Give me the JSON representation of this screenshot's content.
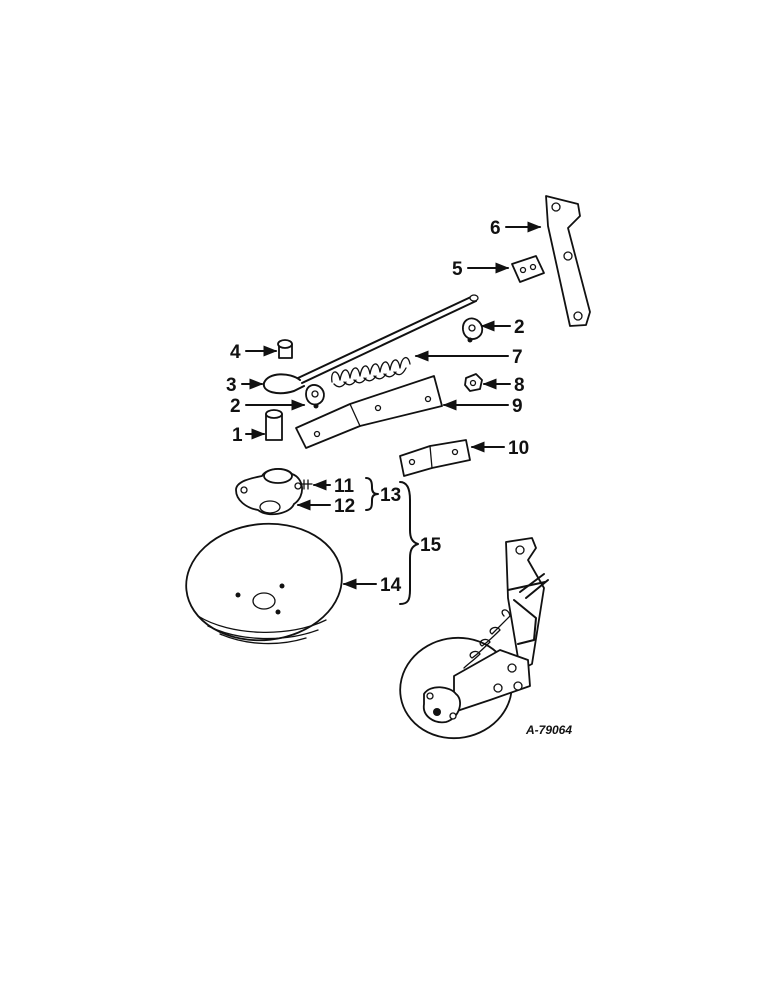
{
  "callouts": {
    "c1": "1",
    "c2a": "2",
    "c2b": "2",
    "c3": "3",
    "c4": "4",
    "c5": "5",
    "c6": "6",
    "c7": "7",
    "c8": "8",
    "c9": "9",
    "c10": "10",
    "c11": "11",
    "c12": "12",
    "c13": "13",
    "c14": "14",
    "c15": "15"
  },
  "reference_number": "A-79064"
}
